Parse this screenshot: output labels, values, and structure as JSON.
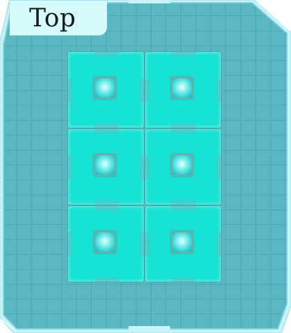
{
  "view": {
    "label": "Top"
  },
  "board": {
    "rows": 3,
    "cols": 2,
    "blocks": [
      {
        "row": 1,
        "col": 1
      },
      {
        "row": 1,
        "col": 2
      },
      {
        "row": 2,
        "col": 1
      },
      {
        "row": 2,
        "col": 2
      },
      {
        "row": 3,
        "col": 1
      },
      {
        "row": 3,
        "col": 2
      }
    ]
  },
  "colors": {
    "board_fill": "#5bb8c2",
    "grid_line": "#3f9fab",
    "frame_border": "#b8f2f6",
    "block_fill": "#16e3d3",
    "peg_center": "#e8fffd",
    "tab_fill": "#d4fafc"
  }
}
